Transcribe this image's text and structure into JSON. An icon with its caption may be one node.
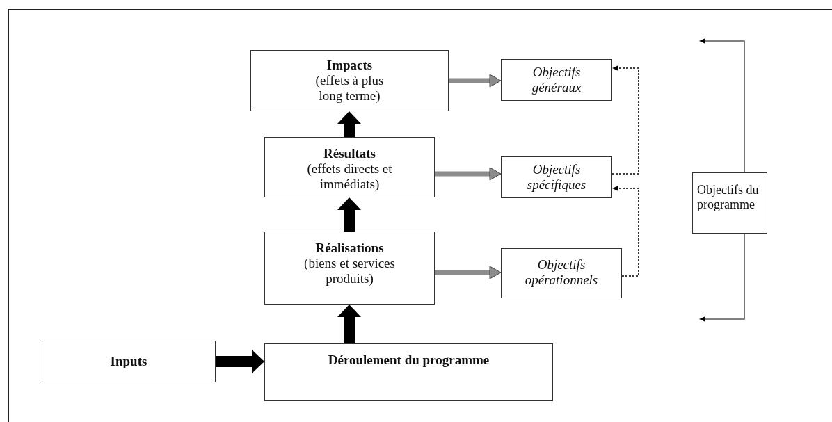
{
  "diagram": {
    "nodes": [
      {
        "text": [
          "Impacts",
          "(effets à plus long terme)"
        ]
      },
      {
        "text": [
          "Résultats",
          "(effets directs et immédiats)"
        ]
      },
      {
        "text": [
          "Réalisations",
          "(biens et services produits)"
        ]
      },
      {
        "text": [
          "Déroulement du programme"
        ]
      },
      {
        "text": [
          "Inputs"
        ]
      },
      {
        "text": [
          "Objectifs généraux"
        ]
      },
      {
        "text": [
          "Objectifs spécifiques"
        ]
      },
      {
        "text": [
          "Objectifs opérationnels"
        ]
      },
      {
        "text": [
          "Objectifs du programme"
        ]
      }
    ],
    "edges": [
      {
        "from": 4,
        "to": 3,
        "arrow": "to",
        "style": "thick"
      },
      {
        "from": 3,
        "to": 2,
        "arrow": "to",
        "style": "thick"
      },
      {
        "from": 2,
        "to": 1,
        "arrow": "to",
        "style": "thick"
      },
      {
        "from": 1,
        "to": 0,
        "arrow": "to",
        "style": "thick"
      },
      {
        "from": 0,
        "to": 5,
        "arrow": "to",
        "color": "#8c8c8c"
      },
      {
        "from": 1,
        "to": 6,
        "arrow": "to",
        "color": "#8c8c8c"
      },
      {
        "from": 2,
        "to": 7,
        "arrow": "to",
        "color": "#8c8c8c"
      },
      {
        "from": 6,
        "to": 5,
        "arrow": "to",
        "style": "dashed"
      },
      {
        "from": 7,
        "to": 6,
        "arrow": "to",
        "style": "dashed"
      },
      {
        "from": 8,
        "to": null,
        "arrow": "to"
      },
      {
        "from": 8,
        "to": null,
        "arrow": "to"
      }
    ]
  }
}
